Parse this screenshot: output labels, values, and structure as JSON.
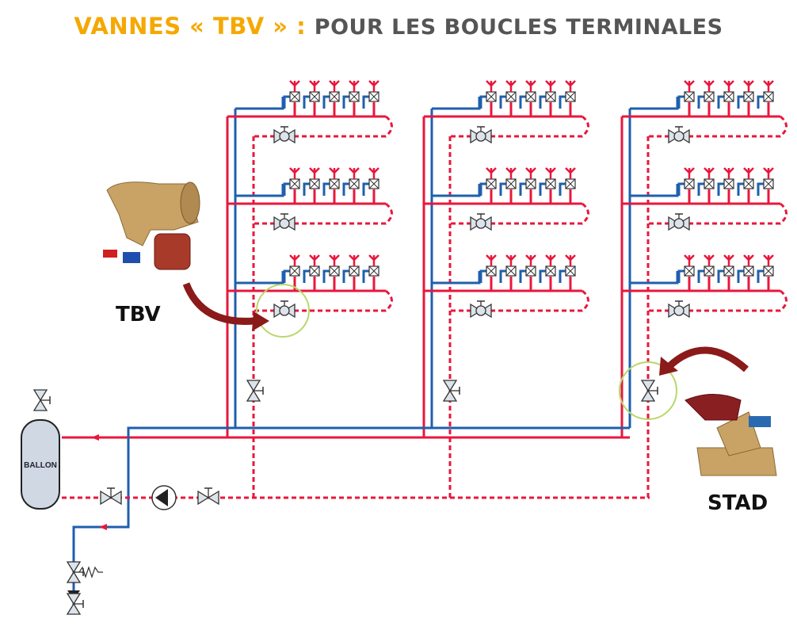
{
  "title": {
    "part1": "VANNES « TBV » :",
    "part2": "POUR LES BOUCLES TERMINALES"
  },
  "tank_label": "BALLON",
  "callouts": {
    "tbv": "TBV",
    "stad": "STAD"
  },
  "colors": {
    "supply": "#e8173c",
    "return_blue": "#1f5fae",
    "accent": "#f5a800",
    "highlight": "#b8d86a",
    "arrow": "#8b1a1a"
  },
  "structure": {
    "risers": 3,
    "floors_per_riser": 3,
    "terminals_per_floor": 5
  }
}
